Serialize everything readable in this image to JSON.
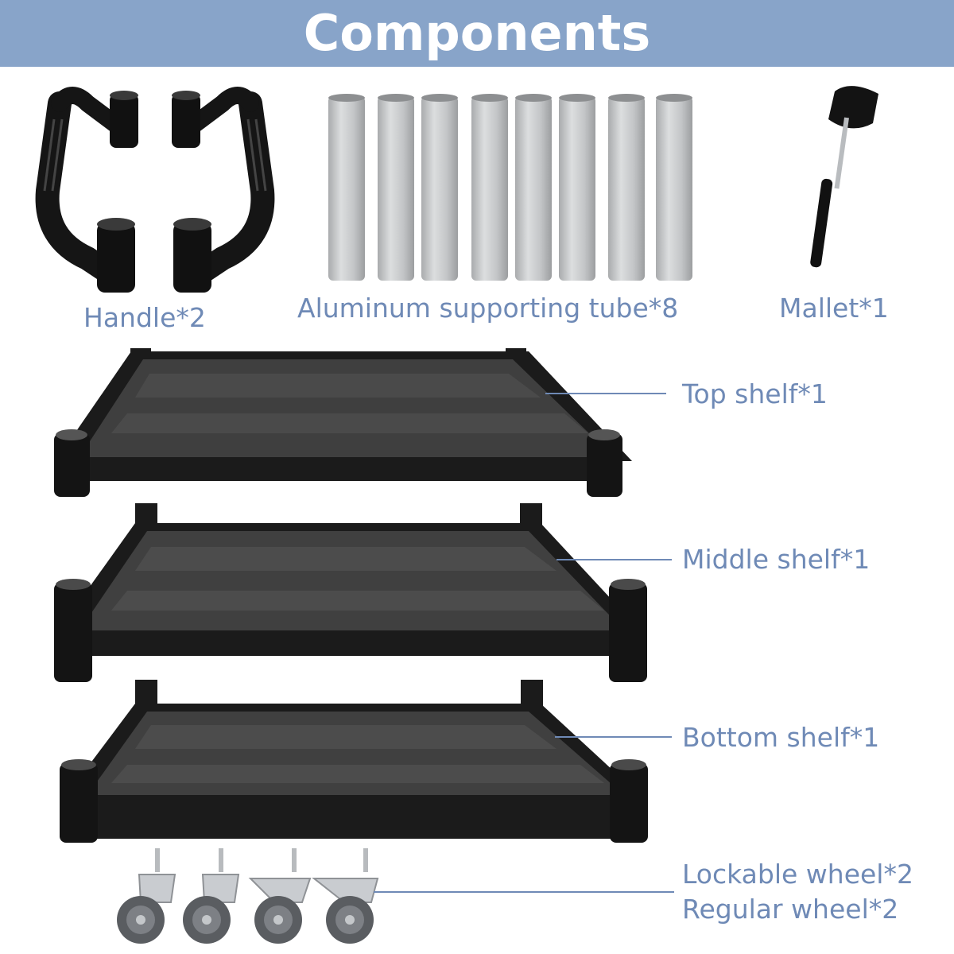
{
  "title": "Components",
  "labels": {
    "handle": "Handle*2",
    "tube": "Aluminum supporting tube*8",
    "mallet": "Mallet*1",
    "top_shelf": "Top shelf*1",
    "middle_shelf": "Middle shelf*1",
    "bottom_shelf": "Bottom shelf*1",
    "lockable_wheel": "Lockable wheel*2",
    "regular_wheel": "Regular wheel*2"
  },
  "colors": {
    "banner": "#88a4c9",
    "label": "#6f8ab6",
    "shelf": "#1e1e1e",
    "tube": "#c4c6c8"
  }
}
